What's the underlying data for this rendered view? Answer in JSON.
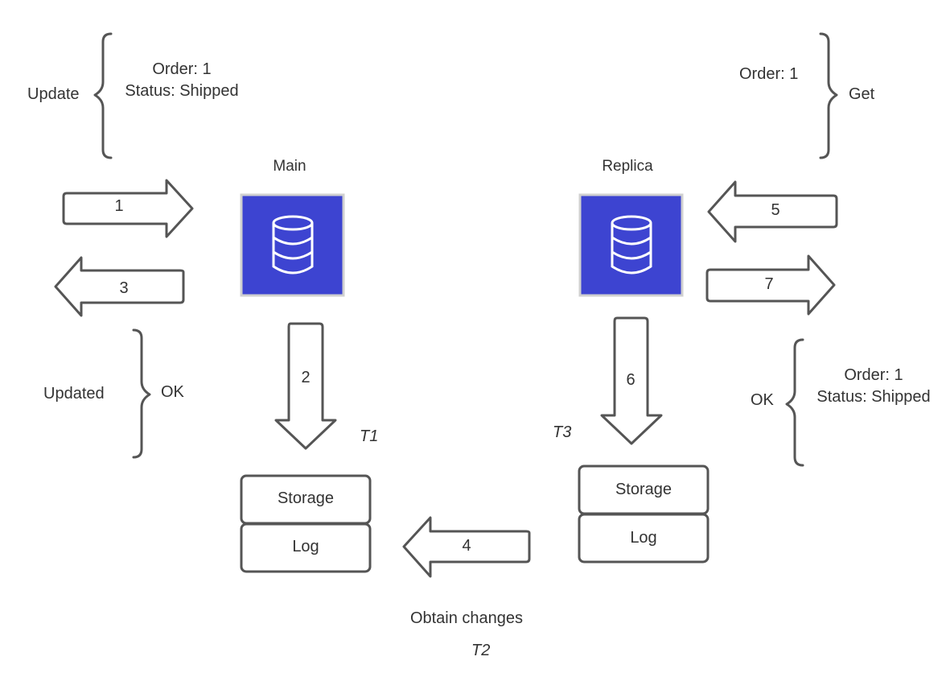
{
  "nodes": {
    "main": {
      "label": "Main",
      "storage": "Storage",
      "log": "Log"
    },
    "replica": {
      "label": "Replica",
      "storage": "Storage",
      "log": "Log"
    }
  },
  "steps": [
    "1",
    "2",
    "3",
    "4",
    "5",
    "6",
    "7"
  ],
  "annotations": {
    "update_request": {
      "verb": "Update",
      "line1": "Order: 1",
      "line2": "Status: Shipped"
    },
    "update_response": {
      "left": "Updated",
      "right": "OK"
    },
    "get_request": {
      "verb": "Get",
      "line1": "Order: 1"
    },
    "get_response": {
      "verb": "OK",
      "line1": "Order: 1",
      "line2": "Status: Shipped"
    },
    "sync": "Obtain changes"
  },
  "times": {
    "t1": "T1",
    "t2": "T2",
    "t3": "T3"
  },
  "colors": {
    "database": "#3d44d1",
    "stroke": "#555555"
  },
  "icons": {
    "database": "database-icon"
  }
}
